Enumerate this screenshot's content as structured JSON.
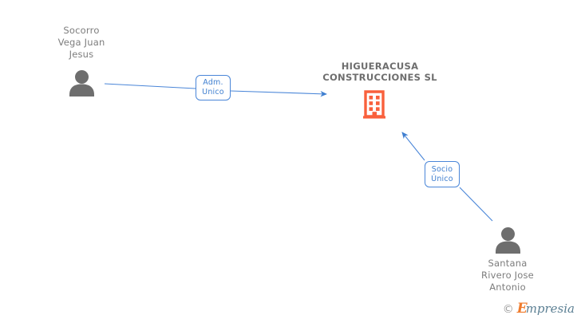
{
  "diagram": {
    "type": "org-ownership-graph",
    "background_color": "#ffffff",
    "colors": {
      "person_icon": "#6e6e6e",
      "company_icon": "#f9603c",
      "edge": "#4a86d8",
      "edge_label_text": "#3f7fd0",
      "node_label_text": "#7d7d7d",
      "company_label_text": "#6e6e6e"
    },
    "company": {
      "name_line1": "HIGUERACUSA",
      "name_line2": "CONSTRUCCIONES SL",
      "icon": "building-icon"
    },
    "people": [
      {
        "id": "person-left",
        "name_line1": "Socorro",
        "name_line2": "Vega Juan",
        "name_line3": "Jesus",
        "icon": "person-icon"
      },
      {
        "id": "person-bottom-right",
        "name_line1": "Santana",
        "name_line2": "Rivero Jose",
        "name_line3": "Antonio",
        "icon": "person-icon"
      }
    ],
    "relations": [
      {
        "id": "relation-adm-unico",
        "from": "person-left",
        "to": "company",
        "label_line1": "Adm.",
        "label_line2": "Unico"
      },
      {
        "id": "relation-socio-unico",
        "from": "person-bottom-right",
        "to": "company",
        "label_line1": "Socio",
        "label_line2": "Único"
      }
    ]
  },
  "watermark": {
    "copyright": "©",
    "brand_initial": "E",
    "brand_rest": "mpresia"
  }
}
